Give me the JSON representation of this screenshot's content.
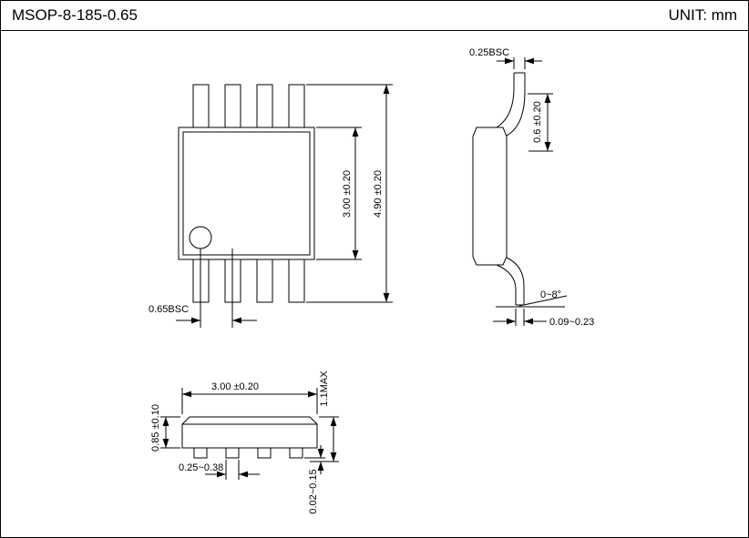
{
  "header": {
    "title": "MSOP-8-185-0.65",
    "unit": "UNIT: mm"
  },
  "colors": {
    "line": "#000000",
    "background": "#ffffff"
  },
  "dims": {
    "top_view": {
      "pitch": "0.65BSC",
      "body": "3.00 ±0.20",
      "overall": "4.90 ±0.20"
    },
    "side_view": {
      "lead_width": "0.25BSC",
      "lead_length": "0.6 ±0.20",
      "angle": "0~8°",
      "lead_thickness": "0.09~0.23"
    },
    "front_view": {
      "body_width": "3.00 ±0.20",
      "height_max": "1.1MAX",
      "body_height": "0.85 ±0.10",
      "lead_foot": "0.25~0.38",
      "standoff": "0.02~0.15"
    }
  }
}
